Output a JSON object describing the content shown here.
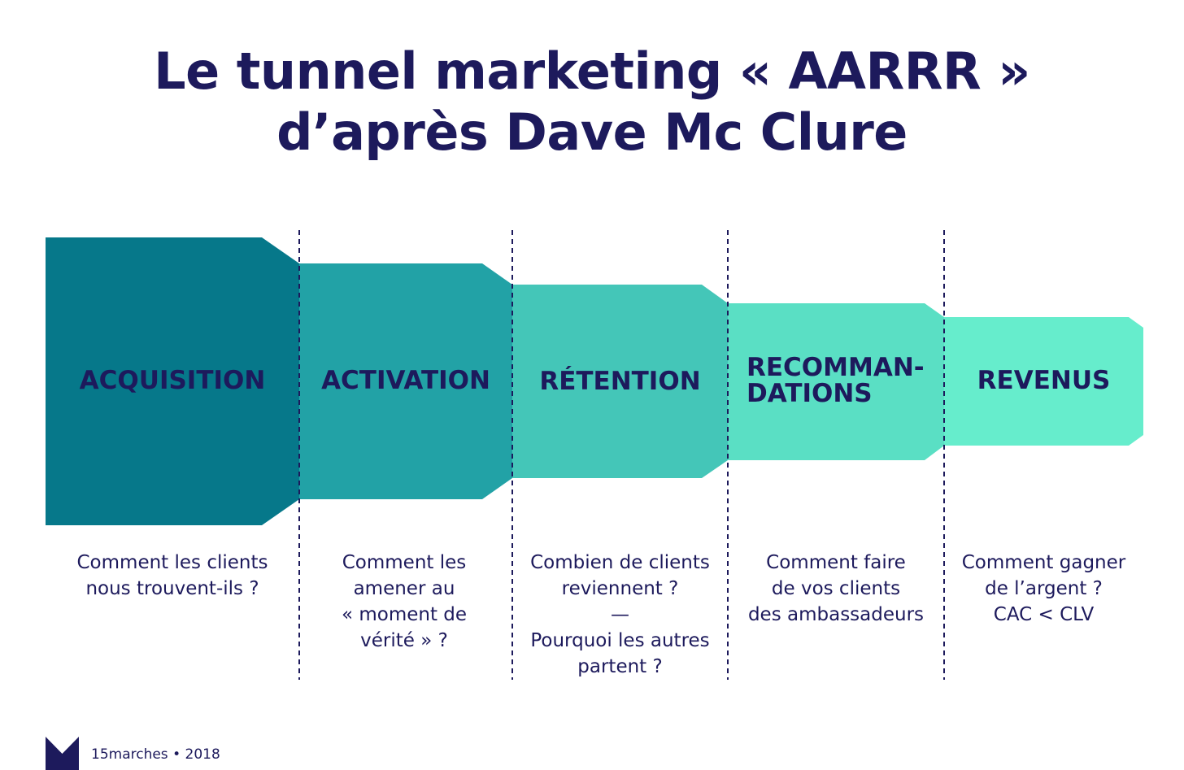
{
  "title": {
    "line1": "Le tunnel marketing « AARRR »",
    "line2": "d’après Dave Mc Clure"
  },
  "stages": [
    {
      "label": "ACQUISITION",
      "color": "#06788a",
      "desc": [
        "Comment les clients",
        "nous trouvent-ils ?"
      ]
    },
    {
      "label": "ACTIVATION",
      "color": "#22a2a6",
      "desc": [
        "Comment les",
        "amener au",
        "« moment de",
        "vérité » ?"
      ]
    },
    {
      "label": "RÉTENTION",
      "color": "#44c6b8",
      "desc": [
        "Combien de clients",
        "reviennent ?",
        "—",
        "Pourquoi les autres",
        "partent ?"
      ]
    },
    {
      "label_lines": [
        "RECOMMAN-",
        "DATIONS"
      ],
      "color": "#5adfc4",
      "desc": [
        "Comment faire",
        "de vos clients",
        "des ambassadeurs"
      ]
    },
    {
      "label": "REVENUS",
      "color": "#66edcc",
      "desc": [
        "Comment gagner",
        "de l’argent ?",
        "CAC < CLV"
      ]
    }
  ],
  "colors": {
    "text": "#1d1a5c",
    "divider": "#1d1a5c"
  },
  "footer": {
    "logo_icon": "15marches-m-logo-icon",
    "text": "15marches • 2018"
  }
}
